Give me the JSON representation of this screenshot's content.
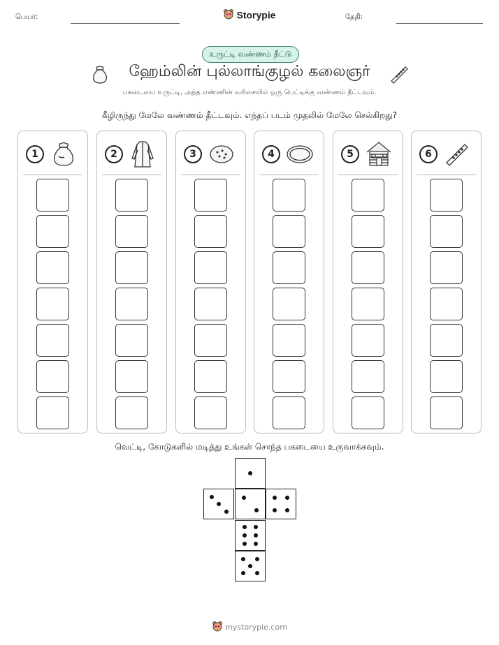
{
  "header": {
    "name_label": "பெயர்:",
    "date_label": "தேதி:",
    "brand": "Storypie"
  },
  "badge": "உருட்டி வண்ணம் தீட்டு",
  "title": "ஹேம்லின் புல்லாங்குழல் கலைஞர்",
  "subtitle": "பகடையை உருட்டி, அந்த எண்ணின் வரிசையில் ஒரு பெட்டிக்கு வண்ணம் தீட்டவும்.",
  "instruction": "கீழிருந்து மேலே வண்ணம் தீட்டவும். எந்தப் படம் முதலில் மேலே செல்கிறது?",
  "columns": [
    {
      "number": "1",
      "icon": "money-bag-icon"
    },
    {
      "number": "2",
      "icon": "robe-icon"
    },
    {
      "number": "3",
      "icon": "bread-icon"
    },
    {
      "number": "4",
      "icon": "plate-icon"
    },
    {
      "number": "5",
      "icon": "house-icon"
    },
    {
      "number": "6",
      "icon": "flute-icon"
    }
  ],
  "cells_per_column": 7,
  "cut_instruction": "வெட்டி, கோடுகளில் மடித்து உங்கள் சொந்த பகடையை உருவாக்கவும்.",
  "dice_faces": [
    1,
    3,
    2,
    4,
    6,
    5
  ],
  "footer": "mystorypie.com"
}
